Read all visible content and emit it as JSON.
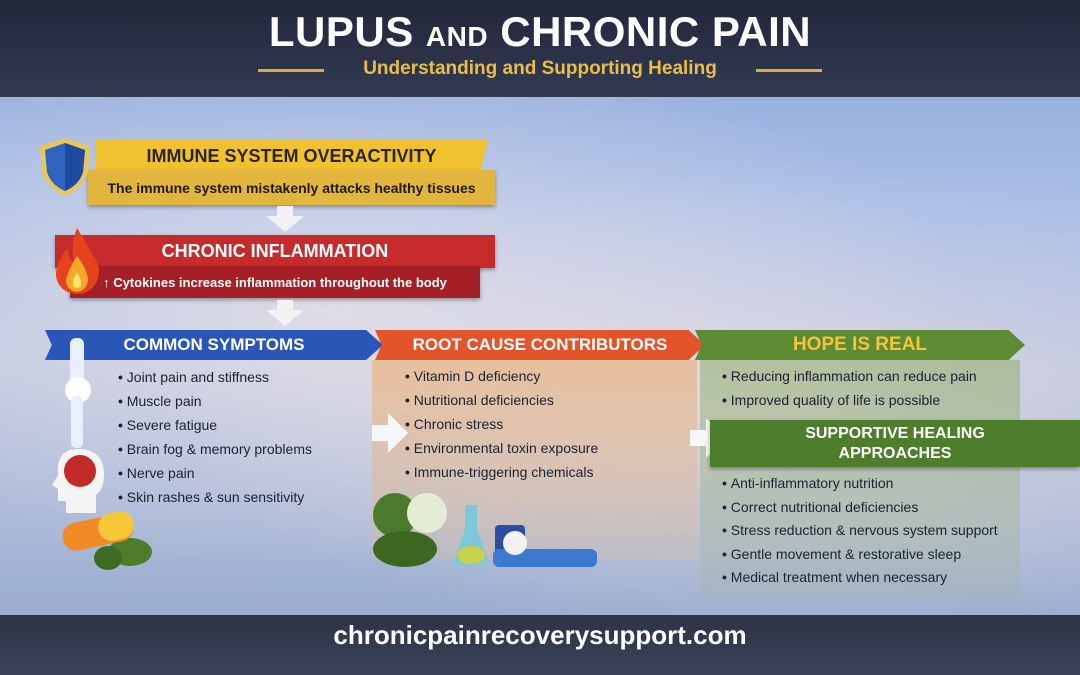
{
  "header": {
    "title_main1": "LUPUS",
    "title_and": "AND",
    "title_main2": "CHRONIC PAIN",
    "subtitle": "Understanding and Supporting Healing"
  },
  "immune": {
    "title": "IMMUNE SYSTEM OVERACTIVITY",
    "text": "The immune system mistakenly attacks healthy tissues"
  },
  "inflammation": {
    "title": "CHRONIC INFLAMMATION",
    "text": "↑ Cytokines increase inflammation throughout the body"
  },
  "symptoms": {
    "title": "COMMON SYMPTOMS",
    "items": [
      "Joint pain and stiffness",
      "Muscle pain",
      "Severe fatigue",
      "Brain fog & memory problems",
      "Nerve pain",
      "Skin rashes & sun sensitivity"
    ]
  },
  "root_causes": {
    "title": "ROOT CAUSE CONTRIBUTORS",
    "items": [
      "Vitamin D deficiency",
      "Nutritional deficiencies",
      "Chronic stress",
      "Environmental toxin exposure",
      "Immune-triggering chemicals"
    ]
  },
  "hope": {
    "title": "HOPE IS REAL",
    "items": [
      "Reducing inflammation can reduce pain",
      "Improved quality of life is possible"
    ]
  },
  "supportive": {
    "title_line1": "SUPPORTIVE HEALING",
    "title_line2": "APPROACHES",
    "items": [
      "Anti-inflammatory nutrition",
      "Correct nutritional deficiencies",
      "Stress reduction & nervous system support",
      "Gentle movement & restorative sleep",
      "Medical treatment when necessary"
    ]
  },
  "footer": {
    "url": "chronicpainrecoverysupport.com"
  }
}
